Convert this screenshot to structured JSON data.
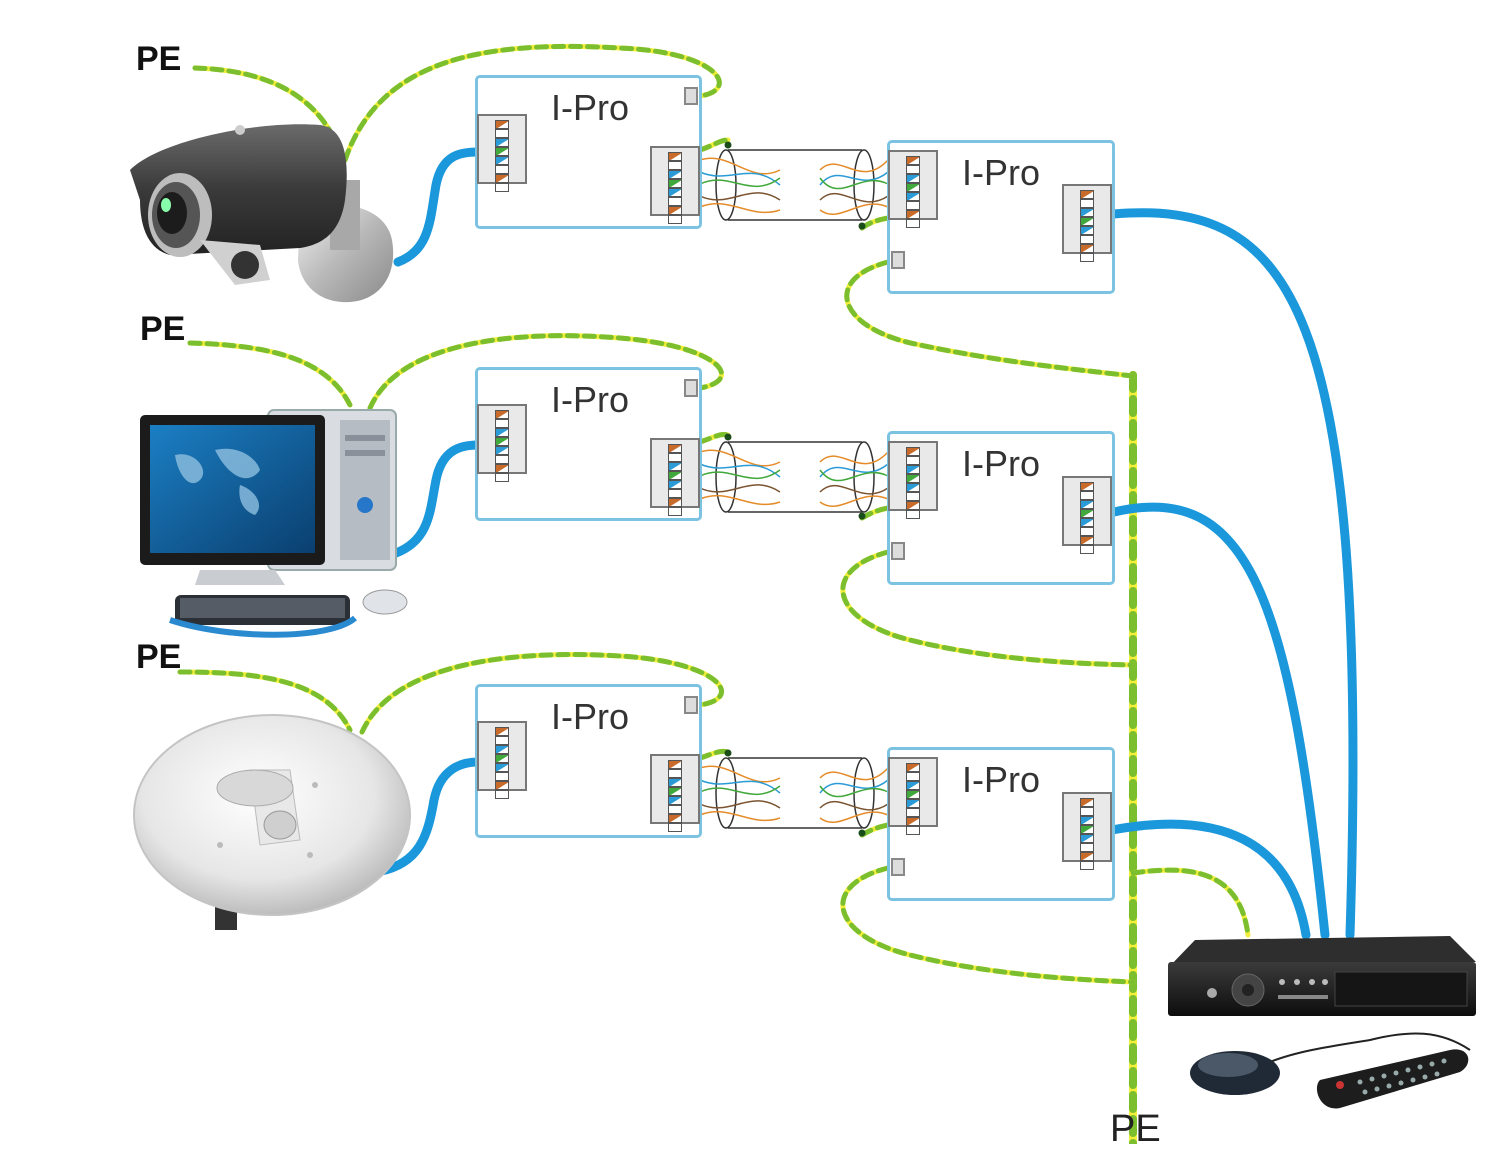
{
  "labels": {
    "pe_top": "PE",
    "pe_middle": "PE",
    "pe_lower": "PE",
    "pe_bottom": "PE"
  },
  "modules": {
    "row1_left": "I-Pro",
    "row1_right": "I-Pro",
    "row2_left": "I-Pro",
    "row2_right": "I-Pro",
    "row3_left": "I-Pro",
    "row3_right": "I-Pro"
  },
  "devices": [
    "camera-icon",
    "computer-icon",
    "antenna-icon",
    "dvr-icon",
    "mouse-icon",
    "remote-control-icon"
  ],
  "colors": {
    "network_cable": "#1a98db",
    "ground_green": "#7cbf2e",
    "ground_yellow": "#f2ee3a",
    "module_border": "#7cc3e2"
  }
}
